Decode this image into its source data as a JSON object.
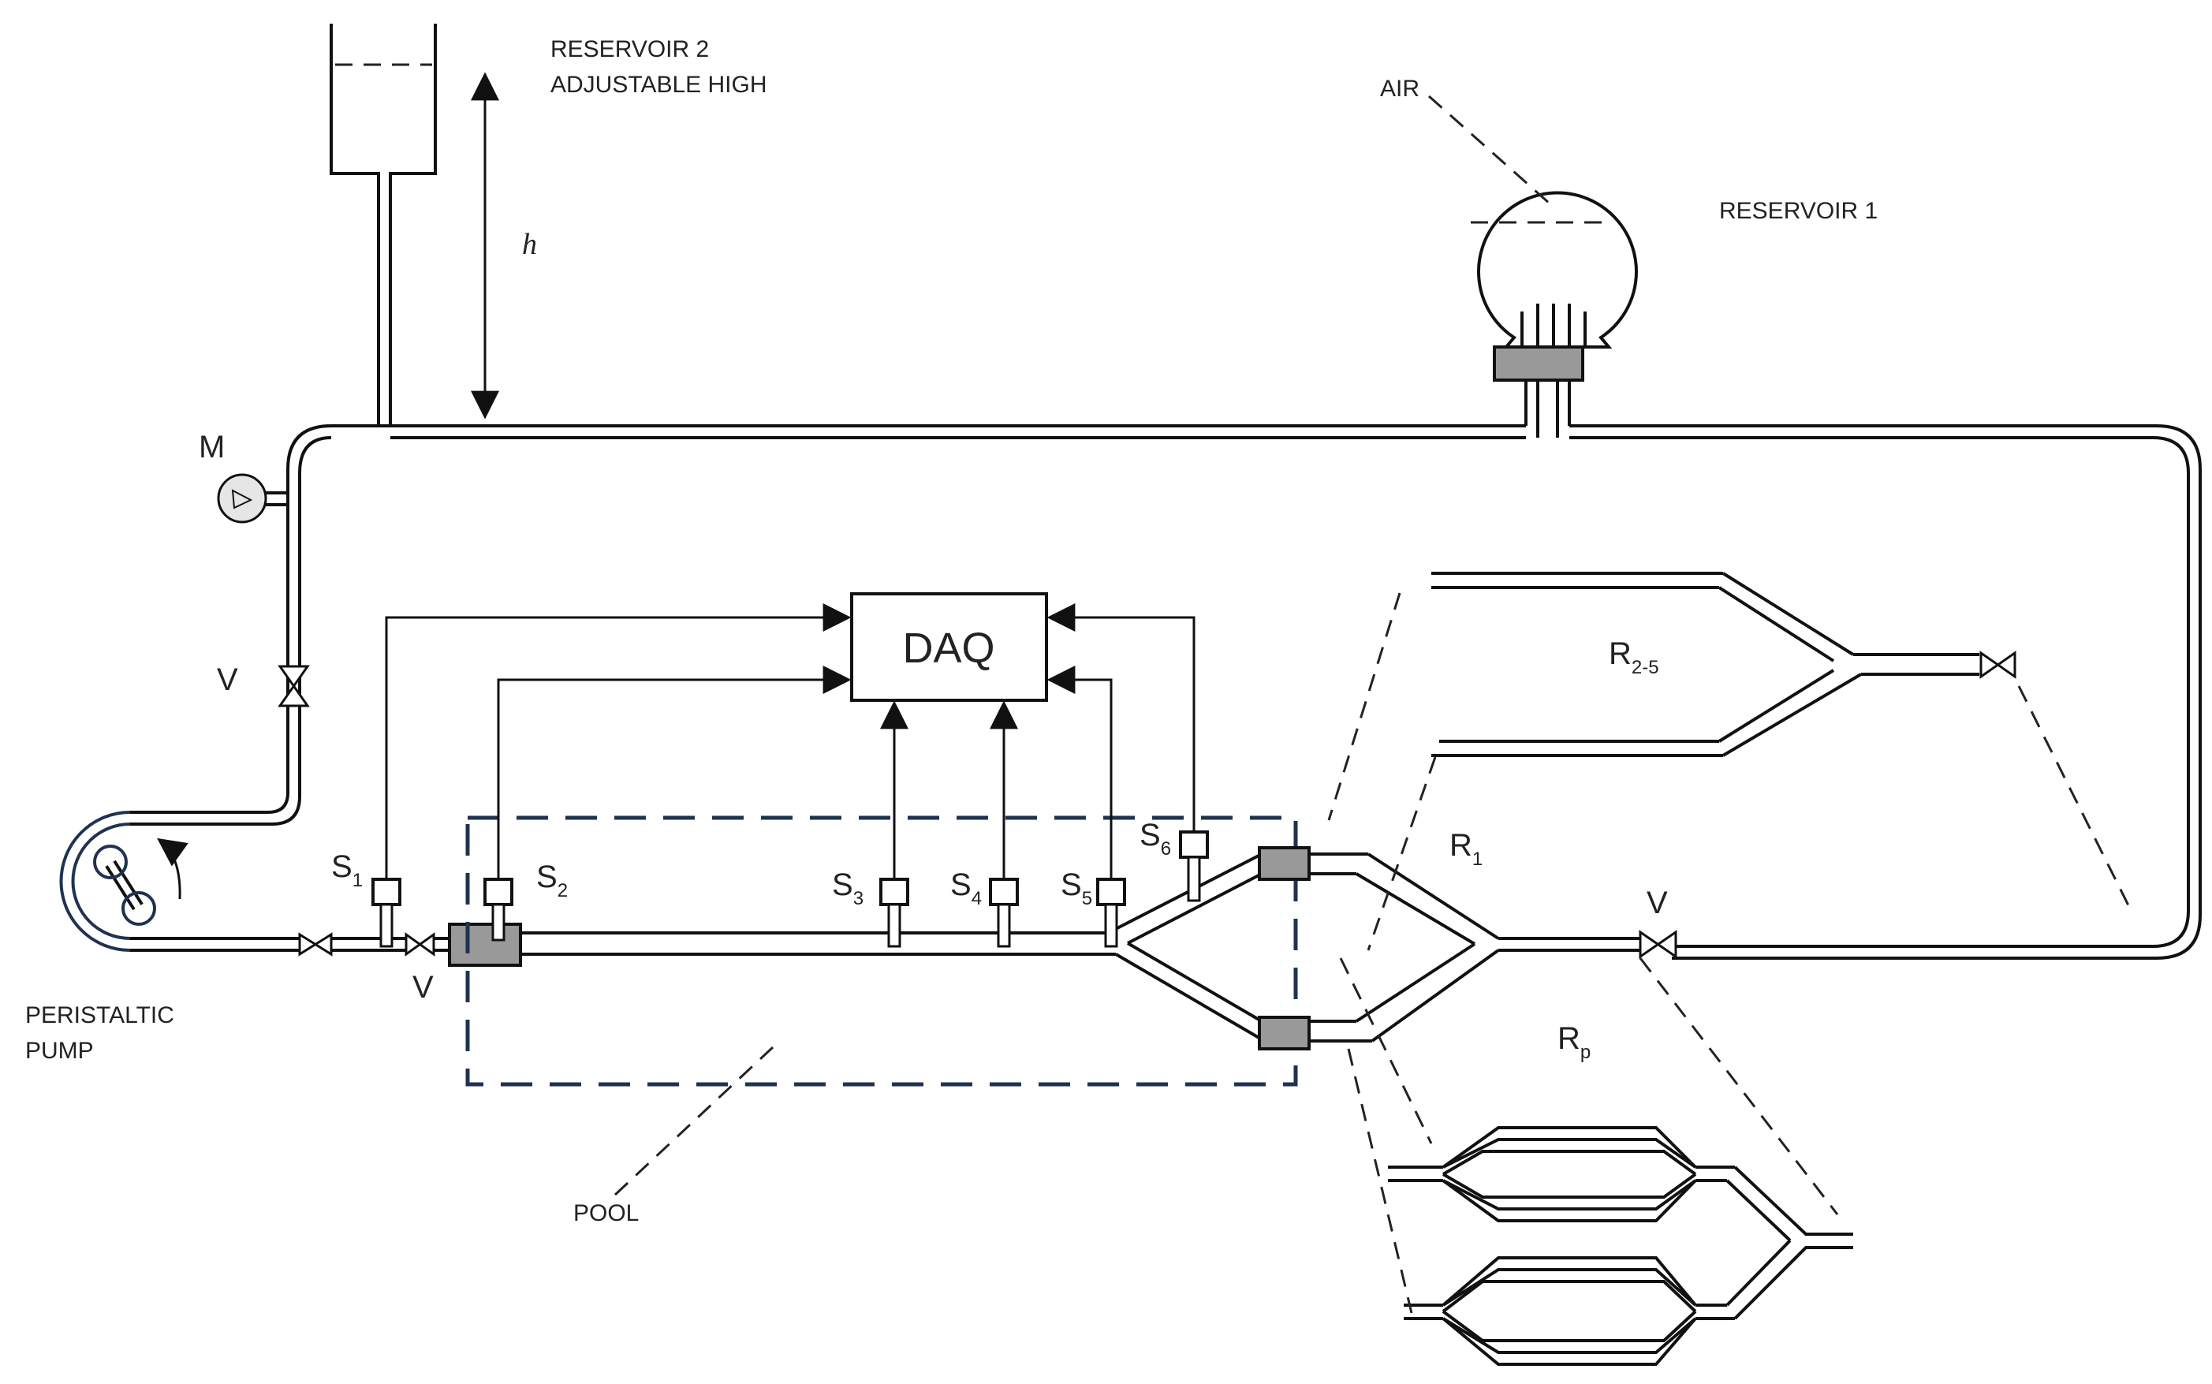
{
  "labels": {
    "reservoir2_line1": "RESERVOIR 2",
    "reservoir2_line2": "ADJUSTABLE HIGH",
    "height": "h",
    "air": "AIR",
    "reservoir1": "RESERVOIR 1",
    "manometer": "M",
    "valve_top": "V",
    "valve_bottom": "V",
    "valve_right": "V",
    "pump_line1": "PERISTALTIC",
    "pump_line2": "PUMP",
    "daq": "DAQ",
    "pool": "POOL",
    "r25_main": "R",
    "r25_sub": "2-5",
    "r1_main": "R",
    "r1_sub": "1",
    "rp_main": "R",
    "rp_sub": "p"
  },
  "sensors": [
    {
      "main": "S",
      "sub": "1"
    },
    {
      "main": "S",
      "sub": "2"
    },
    {
      "main": "S",
      "sub": "3"
    },
    {
      "main": "S",
      "sub": "4"
    },
    {
      "main": "S",
      "sub": "5"
    },
    {
      "main": "S",
      "sub": "6"
    }
  ],
  "colors": {
    "line": "#111111",
    "connector_fill": "#999999",
    "pool_border": "#1f3350"
  }
}
